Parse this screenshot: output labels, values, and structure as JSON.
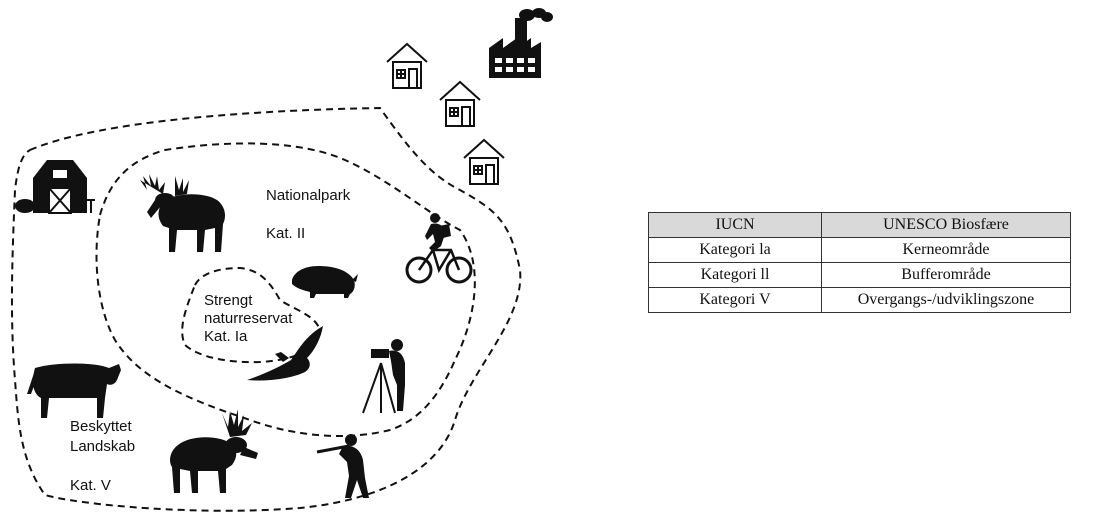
{
  "zones": {
    "outer": {
      "name": "Beskyttet\nLandskab",
      "category": "Kat. V"
    },
    "middle": {
      "name": "Nationalpark",
      "category": "Kat. II"
    },
    "inner": {
      "name": "Strengt\nnaturreservat\nKat. Ia"
    }
  },
  "icons": {
    "settlement": [
      "house-icon",
      "house-icon",
      "house-icon",
      "factory-icon"
    ],
    "outer_zone": [
      "barn-icon",
      "cow-icon",
      "moose-icon",
      "hunter-icon"
    ],
    "middle_zone": [
      "moose-icon",
      "boar-icon",
      "cyclist-icon",
      "photographer-icon"
    ],
    "inner_zone": [
      "eagle-icon"
    ]
  },
  "table": {
    "headers": [
      "IUCN",
      "UNESCO Biosfære"
    ],
    "rows": [
      [
        "Kategori la",
        "Kerneområde"
      ],
      [
        "Kategori ll",
        "Bufferområde"
      ],
      [
        "Kategori V",
        "Overgangs-/udviklingszone"
      ]
    ]
  }
}
